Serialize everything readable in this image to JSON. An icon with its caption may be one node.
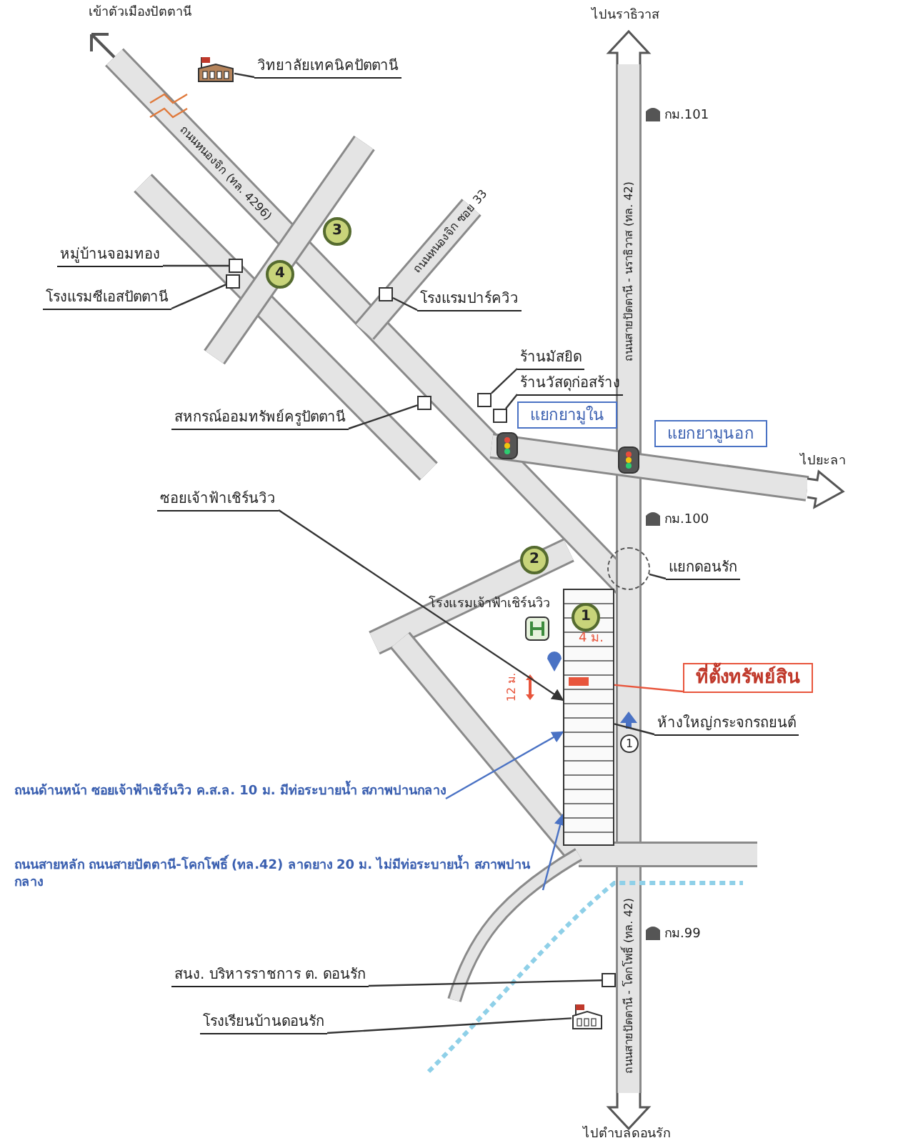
{
  "diagram": {
    "nodes": [
      {
        "text": [
          "วิทยาลัยเทคนิคปัตตานี"
        ]
      },
      {
        "text": [
          "หมู่บ้านจอมทอง"
        ]
      },
      {
        "text": [
          "โรงแรมปาร์ควิว"
        ]
      },
      {
        "text": [
          "โรงแรมซีเอสปัตตานี"
        ]
      },
      {
        "text": [
          "ร้านมัสยิด"
        ]
      },
      {
        "text": [
          "ร้านวัสดุก่อสร้าง"
        ]
      },
      {
        "text": [
          "แยกยามูใน"
        ]
      },
      {
        "text": [
          "แยกยามูนอก"
        ]
      },
      {
        "text": [
          "สหกรณ์ออมทรัพย์ครูปัตตานี"
        ]
      },
      {
        "text": [
          "ซอยเจ้าฟ้าเชิร์นวิว"
        ]
      },
      {
        "text": [
          "แยกดอนรัก"
        ]
      },
      {
        "text": [
          "ที่ตั้งทรัพย์สิน"
        ]
      },
      {
        "text": [
          "ห้างใหญ่กระจกรถยนต์"
        ]
      },
      {
        "text": [
          "ถนนด้านหน้า ซอยเจ้าฟ้าเชิร์นวิว ค.ส.ล. 10 ม. มีท่อระบายน้ำ สภาพปานกลาง"
        ]
      },
      {
        "text": [
          "ถนนสายหลัก ถนนสายปัตตานี-โคกโพธิ์ (ทล.42) ลาดยาง 20 ม. ไม่มีท่อระบายน้ำ สภาพปานกลาง"
        ]
      },
      {
        "text": [
          "สนง. บริหารราชการ ต. ดอนรัก"
        ]
      },
      {
        "text": [
          "โรงเรียนบ้านดอนรัก"
        ]
      },
      {
        "text": [],
        "shape": "picture"
      },
      {
        "text": [],
        "shape": "box"
      },
      {
        "text": [],
        "shape": "box"
      },
      {
        "text": [],
        "shape": "box"
      },
      {
        "text": [],
        "shape": "box"
      },
      {
        "text": [],
        "shape": "box"
      },
      {
        "text": [],
        "shape": "box"
      },
      {
        "text": [],
        "shape": "box"
      },
      {
        "text": [],
        "shape": "bar",
        "in": 24
      },
      {
        "text": [],
        "shape": "box"
      },
      {
        "text": [],
        "shape": "picture"
      },
      {
        "text": [],
        "shape": "circle"
      }
    ],
    "edges": [
      {
        "from": 0,
        "to": 17,
        "arrow": "none"
      },
      {
        "from": 1,
        "to": 18,
        "arrow": "none"
      },
      {
        "from": 2,
        "to": 19,
        "arrow": "none"
      },
      {
        "from": 3,
        "to": 20,
        "arrow": "none"
      },
      {
        "from": 4,
        "to": 21,
        "arrow": "none"
      },
      {
        "from": 5,
        "to": 22,
        "arrow": "none"
      },
      {
        "from": 8,
        "to": 23,
        "arrow": "none"
      },
      {
        "from": 9,
        "to": 24,
        "arrow": "to"
      },
      {
        "from": 10,
        "to": 28,
        "arrow": "none"
      },
      {
        "from": 11,
        "to": 25,
        "arrow": "to",
        "color": "#e8553c"
      },
      {
        "from": 12,
        "to": 24,
        "arrow": "none"
      },
      {
        "from": 13,
        "to": 24,
        "arrow": "to",
        "color": "#4a72c4"
      },
      {
        "from": 14,
        "to": 24,
        "arrow": "to",
        "color": "#4a72c4"
      },
      {
        "from": 15,
        "to": 26,
        "arrow": "none"
      },
      {
        "from": 16,
        "to": 27,
        "arrow": "none"
      }
    ],
    "labels": [
      "เข้าตัวเมืองปัตตานี",
      "ไปนราธิวาส",
      "กม.101",
      "ถนนหนองจิก ซอย 33",
      "3",
      "ถนนสายปัตตานี - นราธิวาส (ทล. 42)",
      "4",
      "ถนนหนองจิก (ทล. 4296)",
      "ไปยะลา",
      "กม.100",
      "2",
      "โรงแรมเจ้าฟ้าเชิร์นวิว",
      "1",
      "4 ม.",
      "12 ม.",
      "1",
      "กม.99",
      "ถนนสายปัตตานี - โคกโพธิ์ (ทล. 42)",
      "ไปตำบลดอนรัก"
    ]
  }
}
